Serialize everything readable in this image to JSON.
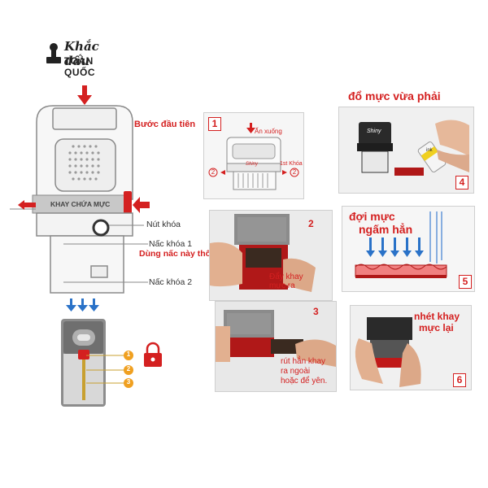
{
  "logo": {
    "line1": "Khắc dấu",
    "line2": "TOÀN QUỐC"
  },
  "main": {
    "first_step": "Bước đầu tiên",
    "tray_label": "KHAY CHỨA MỰC",
    "lock_button": "Nút khóa",
    "latch1": "Nấc khóa 1",
    "latch1_note": "Dùng nấc này thôi",
    "latch2": "Nấc khóa 2",
    "lock_levels": [
      "1",
      "2",
      "3"
    ]
  },
  "step1": {
    "number": "1",
    "press_down": "Ấn xuống",
    "lock_label": "1st Khóa",
    "circle_left": "2",
    "circle_right": "2",
    "brand": "Shiny"
  },
  "step2": {
    "number": "2",
    "caption": "Đẩy khay mực ra"
  },
  "step3": {
    "number": "3",
    "caption_line1": "rút hẳn khay",
    "caption_line2": "ra ngoài",
    "caption_line3": "hoặc để yên."
  },
  "step4": {
    "title": "đổ mực vừa phải",
    "number": "4",
    "brand": "Shiny",
    "bottle_label": "ink"
  },
  "step5": {
    "title_line1": "đợi mực",
    "title_line2": "ngấm hẳn",
    "number": "5"
  },
  "step6": {
    "title_line1": "nhét khay",
    "title_line2": "mực lại",
    "number": "6"
  },
  "colors": {
    "accent": "#d42020",
    "blue_arrow": "#2a72c8",
    "outline": "#8a8a8a"
  }
}
